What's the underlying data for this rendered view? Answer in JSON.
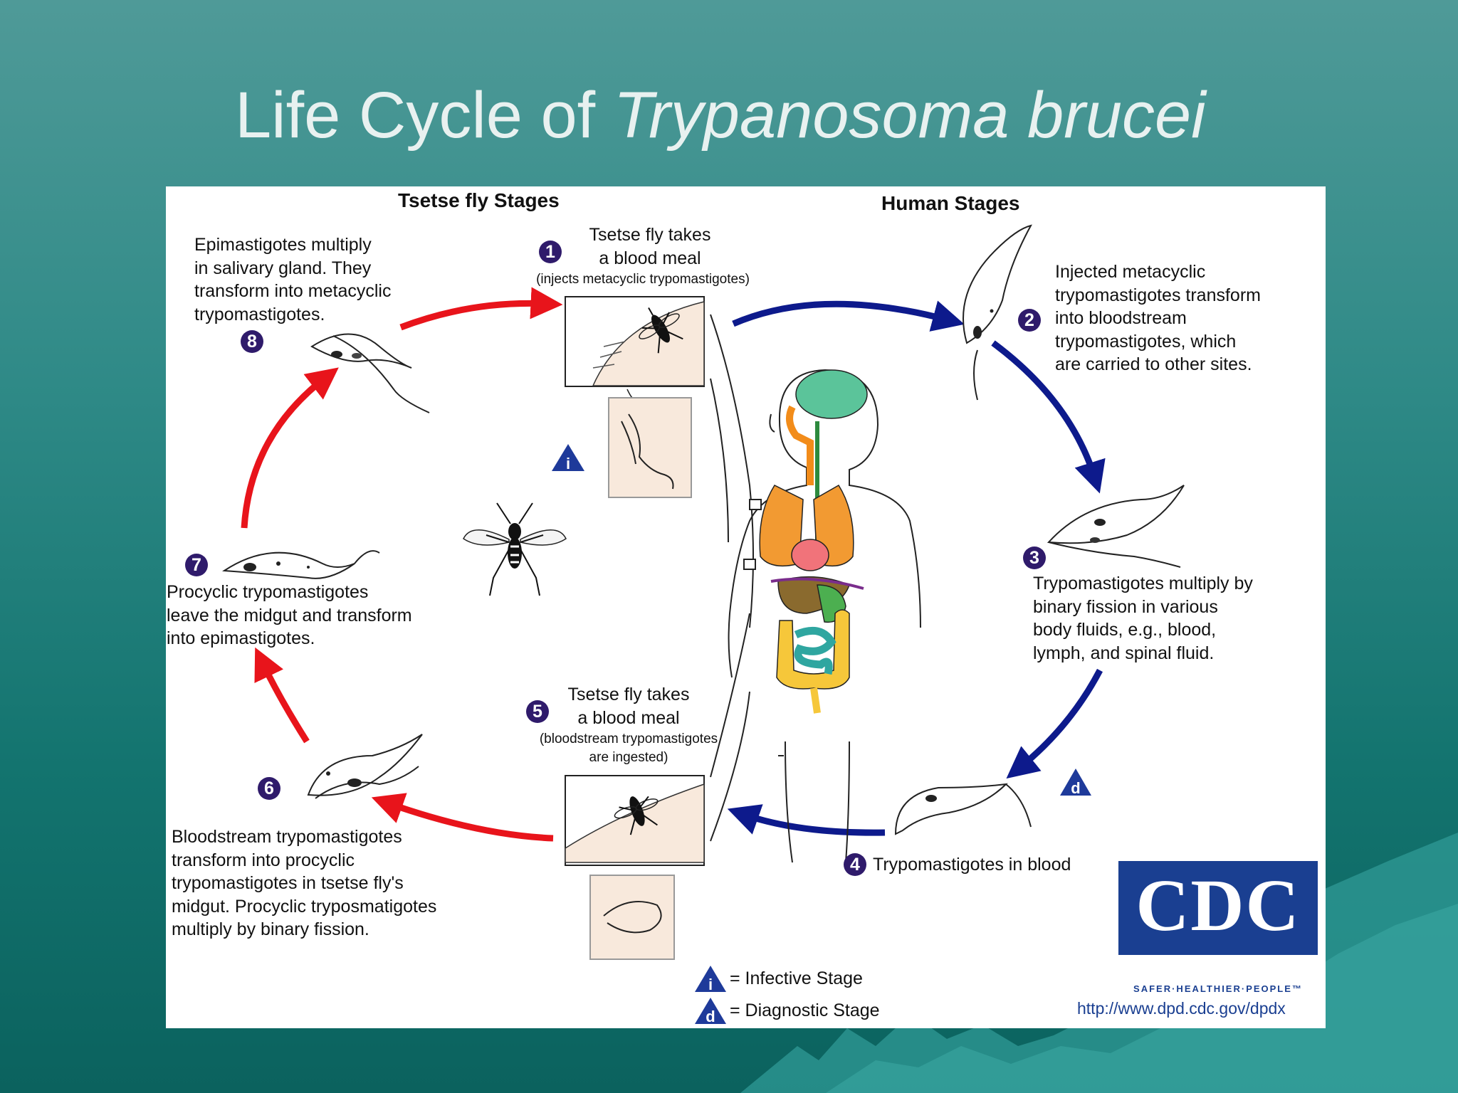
{
  "title": {
    "main": "Life Cycle of ",
    "italic": "Trypanosoma brucei"
  },
  "headers": {
    "tsetse": "Tsetse fly Stages",
    "human": "Human Stages"
  },
  "stages": [
    {
      "number": "1",
      "text": "Tsetse fly takes\na blood meal",
      "note": "(injects metacyclic trypomastigotes)"
    },
    {
      "number": "2",
      "text": "Injected metacyclic\ntrypomastigotes transform\ninto bloodstream\ntrypomastigotes, which\nare carried to other sites."
    },
    {
      "number": "3",
      "text": "Trypomastigotes multiply by\nbinary fission in various\nbody fluids, e.g., blood,\nlymph, and spinal fluid."
    },
    {
      "number": "4",
      "text": "Trypomastigotes in blood"
    },
    {
      "number": "5",
      "text": "Tsetse fly takes\na blood meal",
      "note": "(bloodstream trypomastigotes\nare ingested)"
    },
    {
      "number": "6",
      "text": "Bloodstream trypomastigotes\ntransform into procyclic\ntrypomastigotes in tsetse fly's\nmidgut. Procyclic tryposmatigotes\nmultiply by binary fission."
    },
    {
      "number": "7",
      "text": "Procyclic trypomastigotes\nleave the midgut and transform\ninto epimastigotes."
    },
    {
      "number": "8",
      "text": "Epimastigotes multiply\nin salivary gland. They\ntransform into metacyclic\ntrypomastigotes."
    }
  ],
  "legend": {
    "infective_symbol": "i",
    "infective_label": "= Infective Stage",
    "diagnostic_symbol": "d",
    "diagnostic_label": "= Diagnostic Stage"
  },
  "logo": {
    "text": "CDC",
    "tagline": "SAFER·HEALTHIER·PEOPLE™"
  },
  "url": "http://www.dpd.cdc.gov/dpdx",
  "colors": {
    "tsetse_arrow": "#e8141b",
    "human_arrow": "#0d1a8c",
    "badge": "#2f1b6b",
    "triangle": "#1e3a9a"
  }
}
